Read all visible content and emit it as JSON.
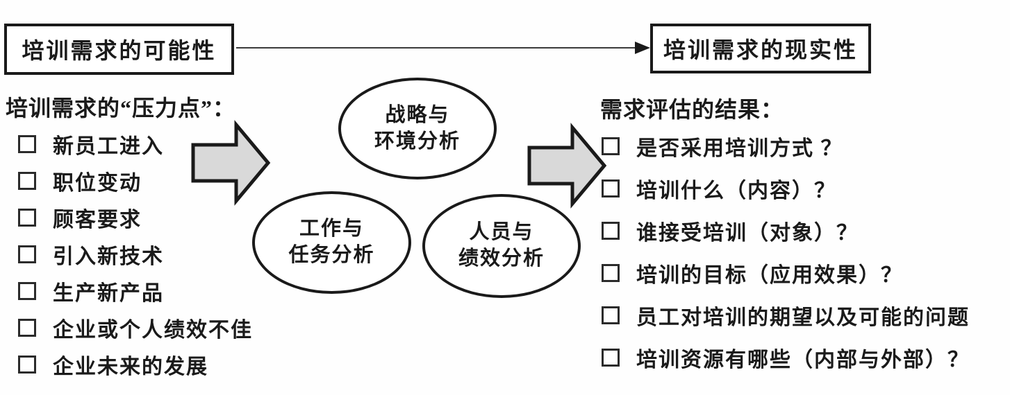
{
  "top_flow": {
    "left_box": "培训需求的可能性",
    "right_box": "培训需求的现实性"
  },
  "pressure_points": {
    "heading": "培训需求的“压力点”：",
    "items": [
      "新员工进入",
      "职位变动",
      "顾客要求",
      "引入新技术",
      "生产新产品",
      "企业或个人绩效不佳",
      "企业未来的发展"
    ]
  },
  "analyses": {
    "ellipses": [
      {
        "line1": "战略与",
        "line2": "环境分析"
      },
      {
        "line1": "工作与",
        "line2": "任务分析"
      },
      {
        "line1": "人员与",
        "line2": "绩效分析"
      }
    ]
  },
  "assessment_results": {
    "heading": "需求评估的结果：",
    "items": [
      "是否采用培训方式 ？",
      "培训什么（内容）？",
      "谁接受培训（对象）？",
      "培训的目标（应用效果）？",
      "员工对培训的期望以及可能的问题",
      "培训资源有哪些（内部与外部）？"
    ]
  },
  "colors": {
    "ink": "#1a1a1a",
    "block_arrow_fill": "#d9d9d9",
    "background": "#fefefe"
  }
}
